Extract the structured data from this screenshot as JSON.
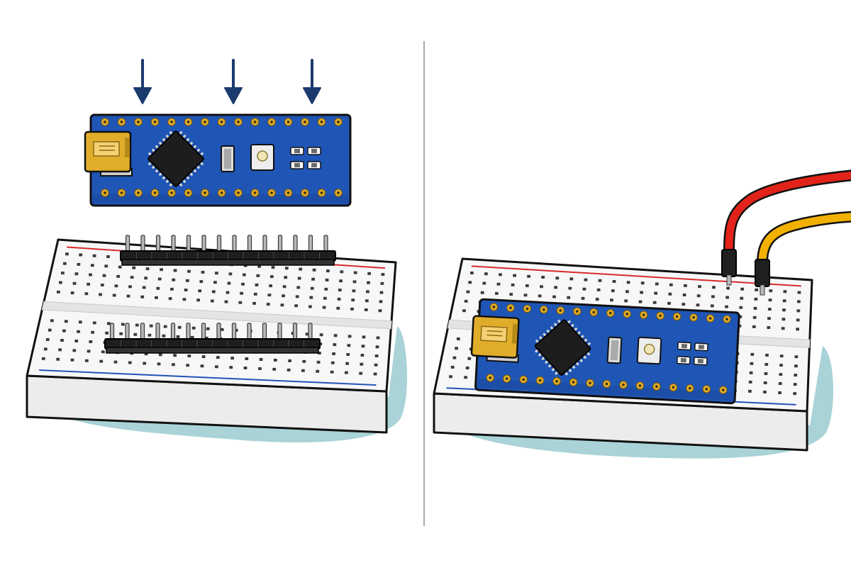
{
  "colors": {
    "background": "#ffffff",
    "divider": "#a8a8a8",
    "pcb": "#1f55b5",
    "pcb_dark": "#163f8c",
    "pad": "#e6b32e",
    "usb": "#e0ad2a",
    "chip": "#1d1d1d",
    "arrow": "#1b3a6e",
    "breadboard": "#f7f7f7",
    "breadboard_side": "#ececec",
    "hole": "#3c3c3c",
    "rail_red": "#d92b2b",
    "rail_blue": "#2253b8",
    "shadow": "#a9d3d6",
    "header_plastic": "#1e1e1e",
    "header_pin": "#b9b9b9",
    "wire_red": "#e2231a",
    "wire_yellow": "#f2b000",
    "wire_tip": "#202020",
    "outline": "#111111"
  },
  "panels": [
    {
      "id": "step-insert",
      "contents": [
        "down-arrow",
        "down-arrow",
        "down-arrow",
        "nano-board",
        "breadboard",
        "pin-header",
        "pin-header"
      ]
    },
    {
      "id": "step-wired",
      "contents": [
        "breadboard",
        "nano-board",
        "red-jumper-wire",
        "yellow-jumper-wire"
      ]
    }
  ],
  "icons": [
    "down-arrow-icon",
    "usb-connector-icon",
    "microcontroller-chip-icon",
    "reset-button-icon"
  ]
}
